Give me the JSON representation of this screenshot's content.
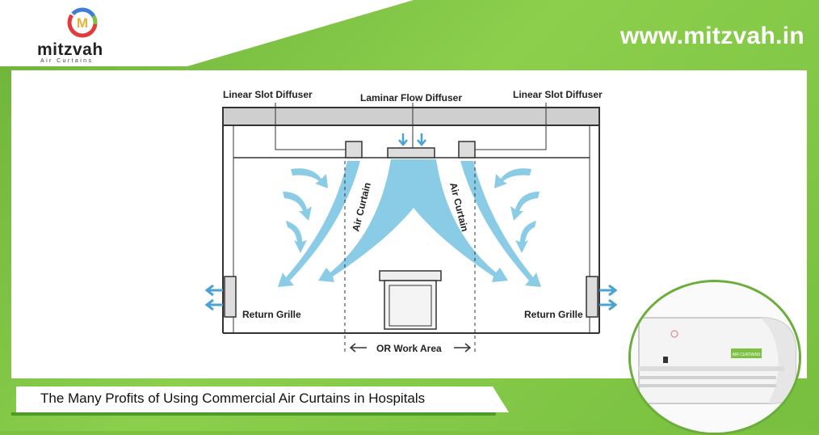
{
  "brand": {
    "name": "mitzvah",
    "tagline": "Air Curtains",
    "logo_letter": "M",
    "url": "www.mitzvah.in"
  },
  "diagram": {
    "labels": {
      "left_diffuser": "Linear Slot Diffuser",
      "center_diffuser": "Laminar Flow Diffuser",
      "right_diffuser": "Linear Slot Diffuser",
      "air_curtain_left": "Air Curtain",
      "air_curtain_right": "Air Curtain",
      "return_left": "Return Grille",
      "return_right": "Return Grille",
      "work_area": "OR Work Area"
    }
  },
  "caption": "The Many Profits of Using Commercial Air Curtains in Hospitals",
  "product": {
    "badge": "AIR CURTAINS"
  },
  "colors": {
    "green": "#7cc142",
    "air": "#7fc3e0",
    "dark": "#333333"
  }
}
